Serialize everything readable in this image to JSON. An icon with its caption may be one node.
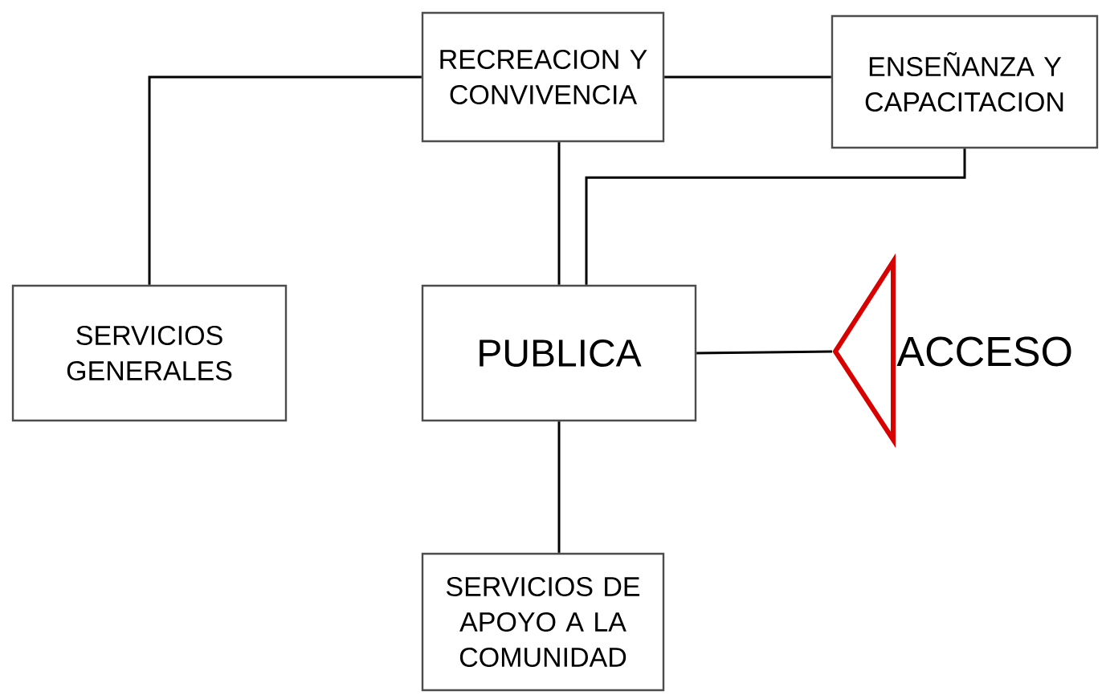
{
  "diagram": {
    "nodes": [
      {
        "text": [
          "RECREACION Y CONVIVENCIA"
        ]
      },
      {
        "text": [
          "ENSEÑANZA Y CAPACITACION"
        ]
      },
      {
        "text": [
          "SERVICIOS GENERALES"
        ]
      },
      {
        "text": [
          "PUBLICA"
        ]
      },
      {
        "text": [
          "ACCESO"
        ]
      },
      {
        "text": [
          "SERVICIOS DE APOYO A LA COMUNIDAD"
        ]
      }
    ],
    "edges": [
      {
        "from": 0,
        "to": 2,
        "arrow": "none"
      },
      {
        "from": 0,
        "to": 1,
        "arrow": "none"
      },
      {
        "from": 0,
        "to": 3,
        "arrow": "none"
      },
      {
        "from": 1,
        "to": 3,
        "arrow": "none"
      },
      {
        "from": 3,
        "to": 4,
        "arrow": "none"
      },
      {
        "from": 3,
        "to": 5,
        "arrow": "none"
      }
    ]
  }
}
